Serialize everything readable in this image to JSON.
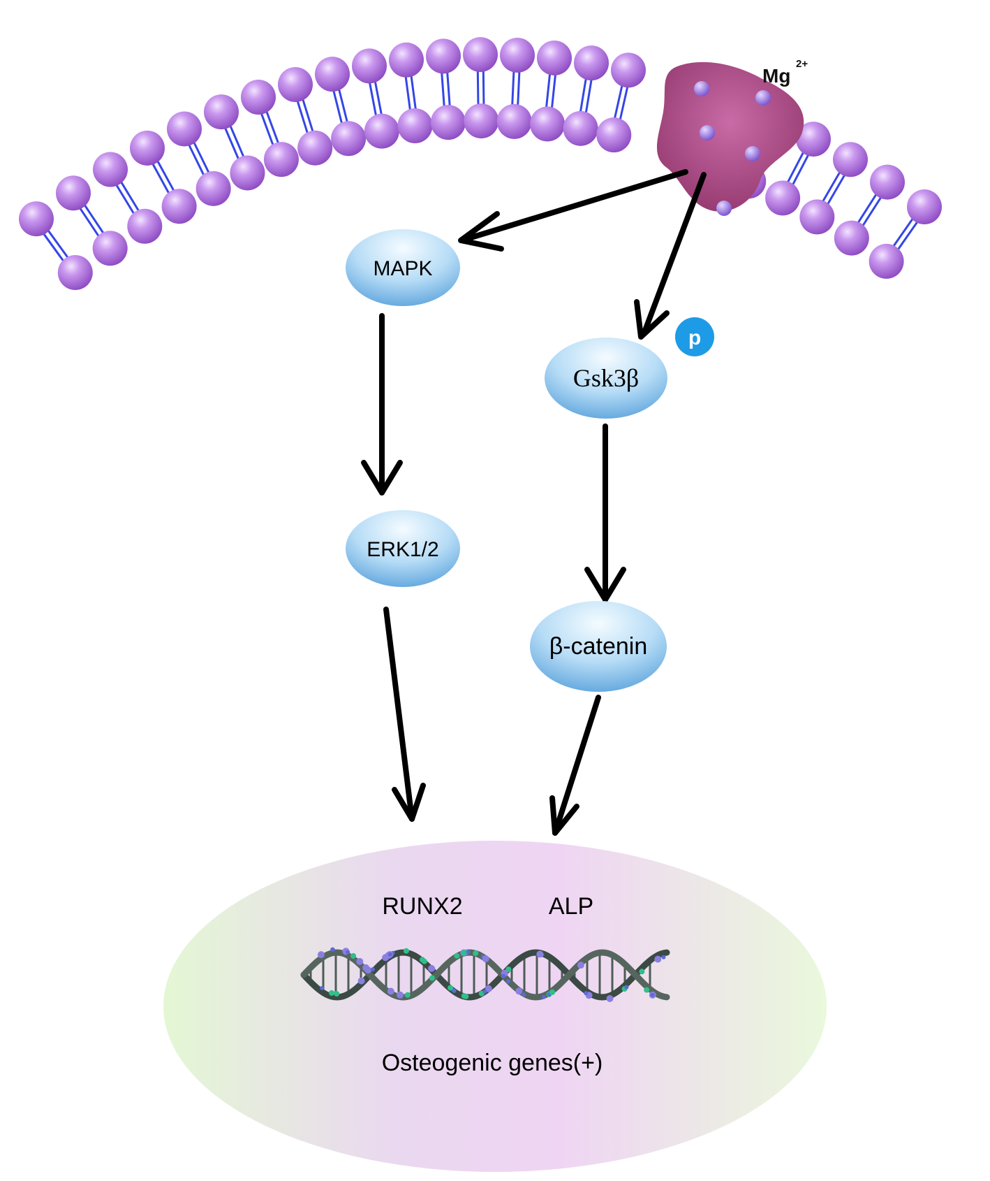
{
  "ion": {
    "symbol": "Mg",
    "charge": "2+"
  },
  "nodes": {
    "mapk": "MAPK",
    "erk": "ERK1/2",
    "gsk": "Gsk3β",
    "catenin": "β-catenin"
  },
  "phospho_badge": "p",
  "nucleus": {
    "gene1": "RUNX2",
    "gene2": "ALP",
    "caption": "Osteogenic genes(+)"
  },
  "colors": {
    "lipid_head": "#b77be0",
    "lipid_tail": "#3446e6",
    "channel": "#a4477f",
    "node_blue": "#6fb4ea",
    "badge": "#1e9be6",
    "nucleus_green": "#e6f6d6",
    "nucleus_pink": "#eed6f2"
  }
}
